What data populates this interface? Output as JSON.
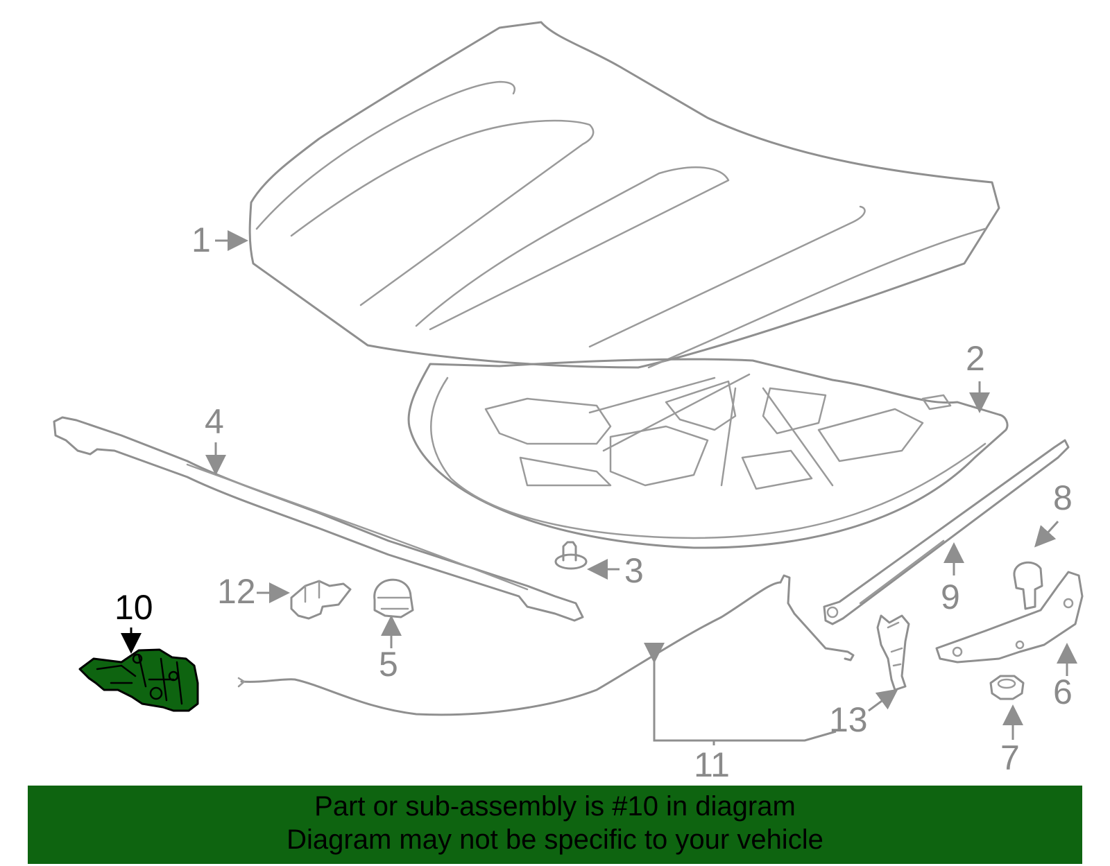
{
  "callouts": {
    "c1": "1",
    "c2": "2",
    "c3": "3",
    "c4": "4",
    "c5": "5",
    "c6": "6",
    "c7": "7",
    "c8": "8",
    "c9": "9",
    "c10": "10",
    "c11": "11",
    "c12": "12",
    "c13": "13"
  },
  "highlighted_part": "10",
  "colors": {
    "highlight": "#0e6410",
    "line": "#8f8f8f",
    "banner": "#0e6410"
  },
  "banner": {
    "line1": "Part or sub-assembly is #10 in diagram",
    "line2": "Diagram may not be specific to your vehicle"
  }
}
